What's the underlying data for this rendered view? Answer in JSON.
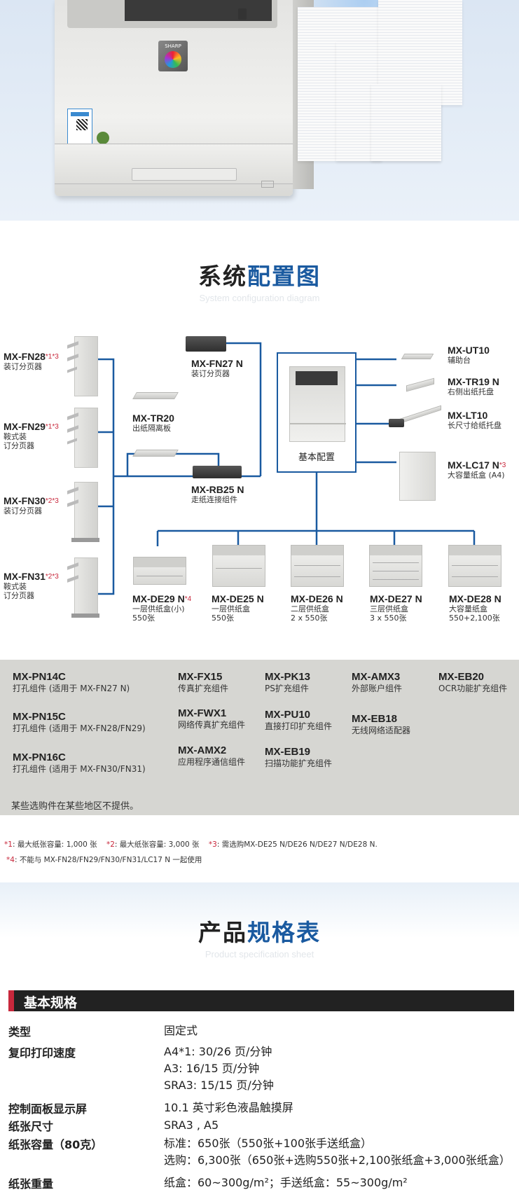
{
  "hero": {
    "brand": "SHARP"
  },
  "config": {
    "title_a": "系统",
    "title_b": "配置图",
    "subtitle": "System configuration diagram",
    "base_label": "基本配置",
    "parts": [
      {
        "name": "MX-FN28",
        "note": "*1*3",
        "desc": [
          "装订分页器"
        ]
      },
      {
        "name": "MX-FN29",
        "note": "*1*3",
        "desc": [
          "鞍式装",
          "订分页器"
        ]
      },
      {
        "name": "MX-FN30",
        "note": "*2*3",
        "desc": [
          "装订分页器"
        ]
      },
      {
        "name": "MX-FN31",
        "note": "*2*3",
        "desc": [
          "鞍式装",
          "订分页器"
        ]
      },
      {
        "name": "MX-FN27 N",
        "note": "",
        "desc": [
          "装订分页器"
        ]
      },
      {
        "name": "MX-TR20",
        "note": "",
        "desc": [
          "出纸隔离板"
        ]
      },
      {
        "name": "MX-RB25 N",
        "note": "",
        "desc": [
          "走纸连接组件"
        ]
      },
      {
        "name": "MX-UT10",
        "note": "",
        "desc": [
          "辅助台"
        ]
      },
      {
        "name": "MX-TR19 N",
        "note": "",
        "desc": [
          "右侧出纸托盘"
        ]
      },
      {
        "name": "MX-LT10",
        "note": "",
        "desc": [
          "长尺寸给纸托盘"
        ]
      },
      {
        "name": "MX-LC17 N",
        "note": "*3",
        "desc": [
          "大容量纸盒 (A4)"
        ]
      },
      {
        "name": "MX-DE29 N",
        "note": "*4",
        "desc": [
          "一层供纸盒(小)",
          "550张"
        ]
      },
      {
        "name": "MX-DE25 N",
        "note": "",
        "desc": [
          "一层供纸盒",
          "550张"
        ]
      },
      {
        "name": "MX-DE26 N",
        "note": "",
        "desc": [
          "二层供纸盒",
          "2 x 550张"
        ]
      },
      {
        "name": "MX-DE27 N",
        "note": "",
        "desc": [
          "三层供纸盒",
          "3 x 550张"
        ]
      },
      {
        "name": "MX-DE28 N",
        "note": "",
        "desc": [
          "大容量纸盒",
          "550+2,100张"
        ]
      }
    ]
  },
  "options": {
    "items": [
      {
        "name": "MX-PN14C",
        "desc": "打孔组件 (适用于 MX-FN27 N)"
      },
      {
        "name": "MX-PN15C",
        "desc": "打孔组件 (适用于 MX-FN28/FN29)"
      },
      {
        "name": "MX-PN16C",
        "desc": "打孔组件 (适用于 MX-FN30/FN31)"
      },
      {
        "name": "MX-FX15",
        "desc": "传真扩充组件"
      },
      {
        "name": "MX-FWX1",
        "desc": "网络传真扩充组件"
      },
      {
        "name": "MX-AMX2",
        "desc": "应用程序通信组件"
      },
      {
        "name": "MX-PK13",
        "desc": "PS扩充组件"
      },
      {
        "name": "MX-PU10",
        "desc": "直接打印扩充组件"
      },
      {
        "name": "MX-EB19",
        "desc": "扫描功能扩充组件"
      },
      {
        "name": "MX-AMX3",
        "desc": "外部账户组件"
      },
      {
        "name": "MX-EB18",
        "desc": "无线网络适配器"
      },
      {
        "name": "MX-EB20",
        "desc": "OCR功能扩充组件"
      }
    ],
    "note": "某些选购件在某些地区不提供。"
  },
  "footnotes": {
    "m1": "*1",
    "t1": ": 最大纸张容量: 1,000 张",
    "m2": "*2",
    "t2": ": 最大纸张容量: 3,000 张",
    "m3": "*3",
    "t3": ": 需选购MX-DE25 N/DE26 N/DE27 N/DE28 N.",
    "m4": "*4",
    "t4": ": 不能与 MX-FN28/FN29/FN30/FN31/LC17 N 一起使用"
  },
  "spec": {
    "title_a": "产品",
    "title_b": "规格表",
    "subtitle": "Product specification sheet",
    "section": "基本规格",
    "rows": [
      {
        "key": "类型",
        "values": [
          "固定式"
        ]
      },
      {
        "key": "复印打印速度",
        "values": [
          "A4*1: 30/26 页/分钟",
          "A3: 16/15 页/分钟",
          "SRA3: 15/15 页/分钟"
        ]
      },
      {
        "key": "控制面板显示屏",
        "values": [
          "10.1 英寸彩色液晶触摸屏"
        ]
      },
      {
        "key": "纸张尺寸",
        "values": [
          "SRA3 , A5"
        ]
      },
      {
        "key": "纸张容量（80克）",
        "values": [
          "标准：650张（550张+100张手送纸盒）",
          "选购：6,300张（650张+选购550张+2,100张纸盒+3,000张纸盒）"
        ]
      },
      {
        "key": "纸张重量",
        "values": [
          "纸盒：60~300g/m²；手送纸盒：55~300g/m²"
        ]
      }
    ]
  }
}
